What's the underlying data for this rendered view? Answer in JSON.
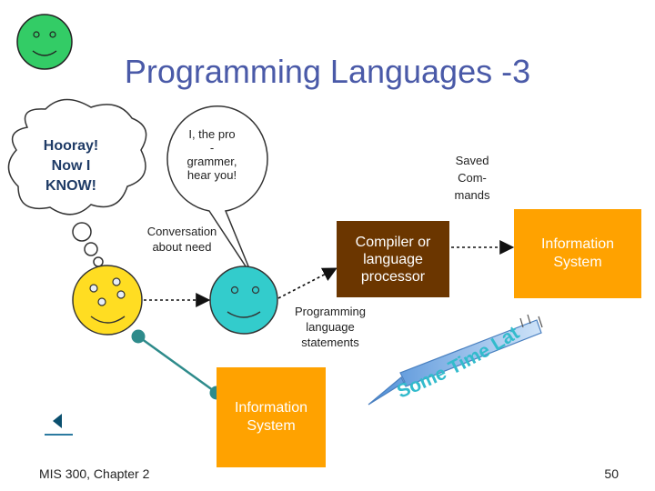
{
  "slide": {
    "title": "Programming Languages -3",
    "footer_left": "MIS 300, Chapter 2",
    "page_number": "50"
  },
  "thought_bubble": {
    "lines": [
      "Hooray!",
      "Now I",
      "KNOW!"
    ]
  },
  "speech_bubble": {
    "lines": [
      "I, the pro",
      "-",
      "grammer,",
      "hear you!"
    ]
  },
  "labels": {
    "saved_commands": [
      "Saved",
      "Com-",
      "mands"
    ],
    "conversation": [
      "Conversation",
      "about need"
    ],
    "statements": [
      "Programming",
      "language",
      "statements"
    ],
    "some_time_later": "Some Time Later"
  },
  "boxes": {
    "compiler": [
      "Compiler or",
      "language",
      "processor"
    ],
    "info_right": [
      "Information",
      "System"
    ],
    "info_bottom": [
      "Information",
      "System"
    ]
  },
  "colors": {
    "title": "#4a5aa8",
    "compiler_box": "#6b3600",
    "info_box": "#ffa200",
    "smiley_green": "#33cc66",
    "smiley_yellow": "#ffdd22",
    "smiley_cyan": "#33cccc",
    "connector_teal": "#2e8b8b",
    "arrow_blue": "#7fb3e8"
  },
  "icons": {
    "nav_back": "back-arrow-icon"
  }
}
